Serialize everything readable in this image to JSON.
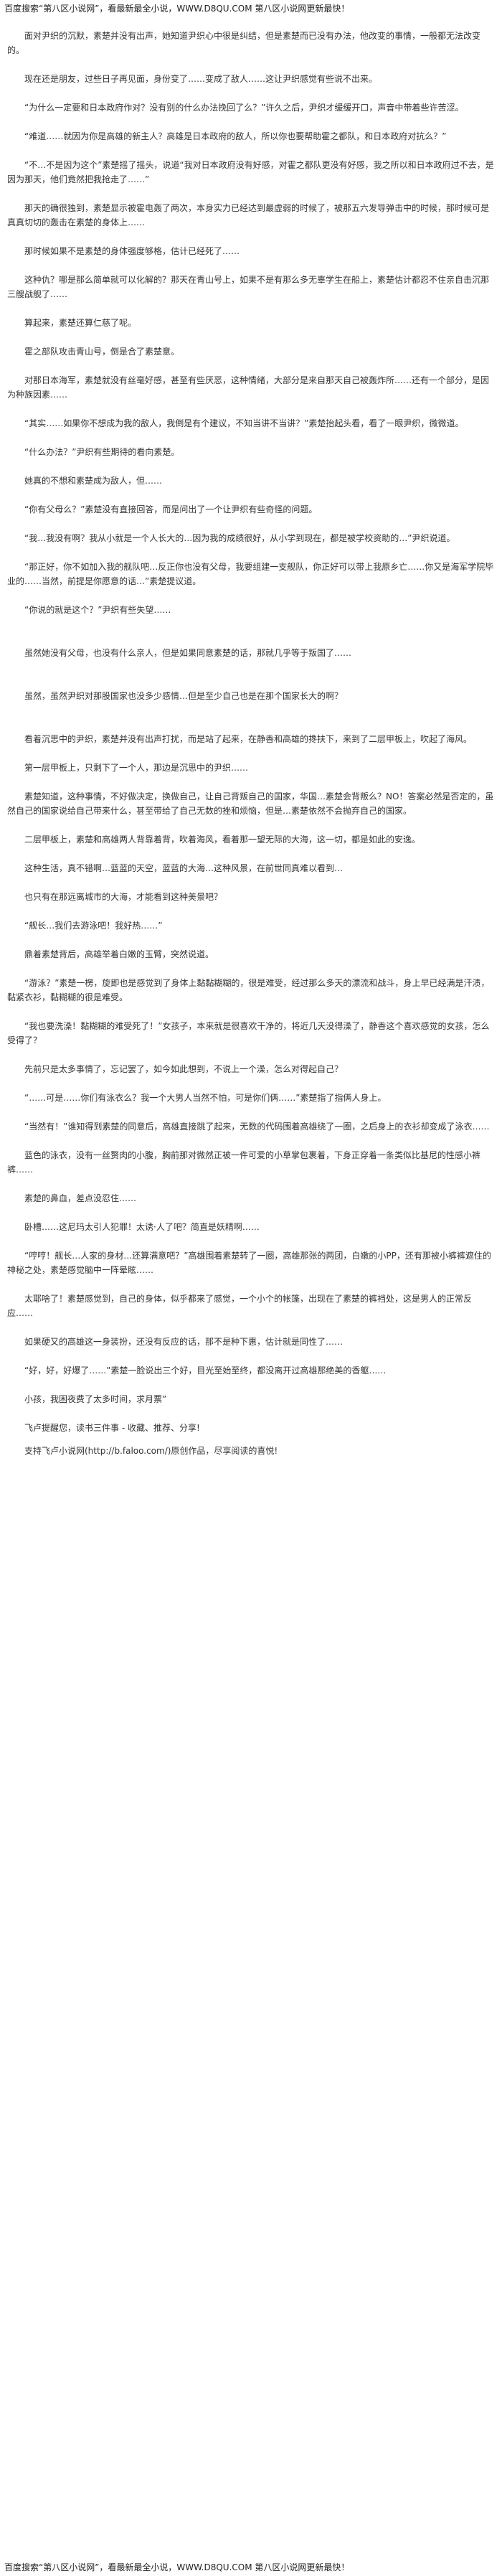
{
  "banner_text": "百度搜索“第八区小说网”，看最新最全小说，WWW.D8QU.COM 第八区小说网更新最快！",
  "paragraphs": [
    "面对尹织的沉默，素楚并没有出声，她知道尹织心中很是纠结，但是素楚而已没有办法，他改变的事情，一般都无法改变的。",
    "现在还是朋友，过些日子再见面，身份变了……变成了敌人……这让尹织感觉有些说不出来。",
    "“为什么一定要和日本政府作对？没有别的什么办法挽回了么？”许久之后，尹织才缓缓开口，声音中带着些许苦涩。",
    "“难道……就因为你是高雄的新主人？高雄是日本政府的敌人，所以你也要帮助霍之都队，和日本政府对抗么？”",
    "“不…不是因为这个”素楚摇了摇头，说道“我对日本政府没有好感，对霍之都队更没有好感，我之所以和日本政府过不去，是因为那天，他们竟然把我抢走了……”",
    "那天的确很独到，素楚显示被霍电轰了两次，本身实力已经达到最虚弱的时候了，被那五六发导弹击中的时候，那时候可是真真切切的轰击在素楚的身体上……",
    "那时候如果不是素楚的身体强度够格，估计已经死了……",
    "这种仇？哪是那么简单就可以化解的？那天在青山号上，如果不是有那么多无辜学生在船上，素楚估计都忍不住亲自击沉那三艘战舰了……",
    "算起来，素楚还算仁慈了呢。",
    "霍之部队攻击青山号，倒是合了素楚意。",
    "对那日本海军，素楚就没有丝毫好感，甚至有些厌恶，这种情绪，大部分是来自那天自己被轰炸所……还有一个部分，是因为种族因素……",
    "“其实……如果你不想成为我的敌人，我倒是有个建议，不知当讲不当讲？”素楚抬起头看，看了一眼尹织，微微道。",
    "“什么办法？”尹织有些期待的看向素楚。",
    "她真的不想和素楚成为敌人，但……",
    "“你有父母么？”素楚没有直接回答，而是问出了一个让尹织有些奇怪的问题。",
    "“我…我没有啊？我从小就是一个人长大的…因为我的成绩很好，从小学到现在，都是被学校资助的…”尹织说道。",
    "“那正好，你不如加入我的舰队吧…反正你也没有父母，我要组建一支舰队，你正好可以带上我原乡亡……你又是海军学院毕业的……当然，前提是你愿意的话…”素楚提议道。",
    "“你说的就是这个？”尹织有些失望……",
    "虽然她没有父母，也没有什么亲人，但是如果同意素楚的话，那就几乎等于叛国了……",
    "虽然，虽然尹织对那股国家也没多少感情…但是至少自己也是在那个国家长大的啊？",
    "看着沉思中的尹织，素楚并没有出声打扰，而是站了起来，在静香和高雄的搀扶下，来到了二层甲板上，吹起了海风。",
    "第一层甲板上，只剩下了一个人，那边是沉思中的尹织……",
    "素楚知道，这种事情，不好做决定，换做自己，让自己背叛自己的国家，华国…素楚会背叛么？NO！答案必然是否定的，虽然自己的国家说给自己带来什么，甚至带给了自己无数的挫和烦恼，但是…素楚依然不会抛弃自己的国家。",
    "二层甲板上，素楚和高雄两人背靠着背，吹着海风，看着那一望无际的大海，这一切，都是如此的安逸。",
    "这种生活，真不错啊…蓝蓝的天空，蓝蓝的大海…这种风景，在前世同真难以看到…",
    "也只有在那远离城市的大海，才能看到这种美景吧？",
    "“舰长…我们去游泳吧！我好热……”",
    "鼎着素楚背后，高雄举着白嫩的玉臂，突然说道。",
    "“游泳？”素楚一楞，旋即也是感觉到了身体上黏黏糊糊的，很是难受，经过那么多天的漂流和战斗，身上早已经满是汗渍，黏紧衣衫，黏糊糊的很是难受。",
    "“我也要洗澡！黏糊糊的难受死了！”女孩子，本来就是很喜欢干净的，将近几天没得澡了，静香这个喜欢感觉的女孩，怎么受得了？",
    "先前只是太多事情了，忘记罢了，如今如此想到，不说上一个澡，怎么对得起自己？",
    "“……可是……你们有泳衣么？我一个大男人当然不怕，可是你们俩……”素楚指了指俩人身上。",
    "“当然有！”谁知得到素楚的同意后，高雄直接跳了起来，无数的代码围着高雄绕了一圈，之后身上的衣衫却变成了泳衣……",
    "蓝色的泳衣，没有一丝赘肉的小腹，胸前那对微然正被一件可爱的小草掌包裹着，下身正穿着一条类似比基尼的性感小裤裤……",
    "素楚的鼻血，差点没忍住……",
    "卧槽……这尼玛太引人犯罪！太诱·人了吧？简直是妖精啊……",
    "“哼哼！舰长…人家的身材…还算满意吧？”高雄围着素楚转了一圈，高雄那张的两团，白嫩的小PP，还有那被小裤裤遮住的神秘之处，素楚感觉脑中一阵晕眩……",
    "太耶啥了！素楚感觉到，自己的身体，似乎都来了感觉，一个小个的帐篷，出现在了素楚的裤裆处，这是男人的正常反应……",
    "如果硬又的高雄这一身装扮，还没有反应的话，那不是种下惠，估计就是同性了……",
    "“好，好，好爆了……”素楚一脸说出三个好，目光至始至终，都没离开过高雄那绝美的香躯……",
    "小孩，我困夜费了太多时间，求月票”"
  ],
  "footer": {
    "line1": "飞卢提醒您，读书三件事 - 收藏、推荐、分享!",
    "line2": "支持飞卢小说网(http://b.faloo.com/)原创作品，尽享阅读的喜悦!"
  }
}
